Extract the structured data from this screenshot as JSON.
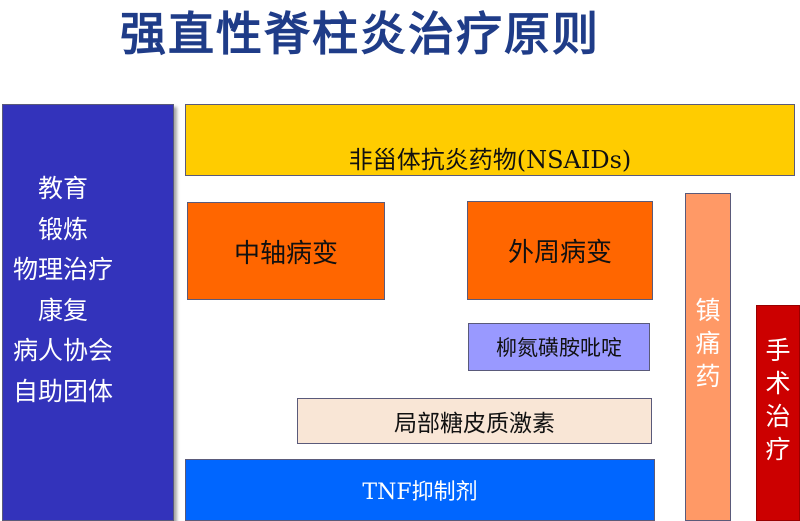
{
  "title": "强直性脊柱炎治疗原则",
  "left_panel": {
    "items": [
      "教育",
      "锻炼",
      "物理治疗",
      "康复",
      "病人协会",
      "自助团体"
    ]
  },
  "boxes": {
    "nsaids": "非甾体抗炎药物(NSAIDs)",
    "axial": "中轴病变",
    "peripheral": "外周病变",
    "sulfasalazine": "柳氮磺胺吡啶",
    "local_steroid": "局部糖皮质激素",
    "tnf": "TNF抑制剂",
    "analgesic": "镇痛药",
    "surgery": "手术治疗"
  },
  "colors": {
    "title": "#1f3c88",
    "left_panel": "#3333bb",
    "nsaids": "#ffcc00",
    "lesion_boxes": "#ff6600",
    "sulfasalazine": "#9999ff",
    "local_steroid": "#f9e6d6",
    "tnf": "#0066ff",
    "analgesic": "#ff9966",
    "surgery": "#cc0000"
  }
}
